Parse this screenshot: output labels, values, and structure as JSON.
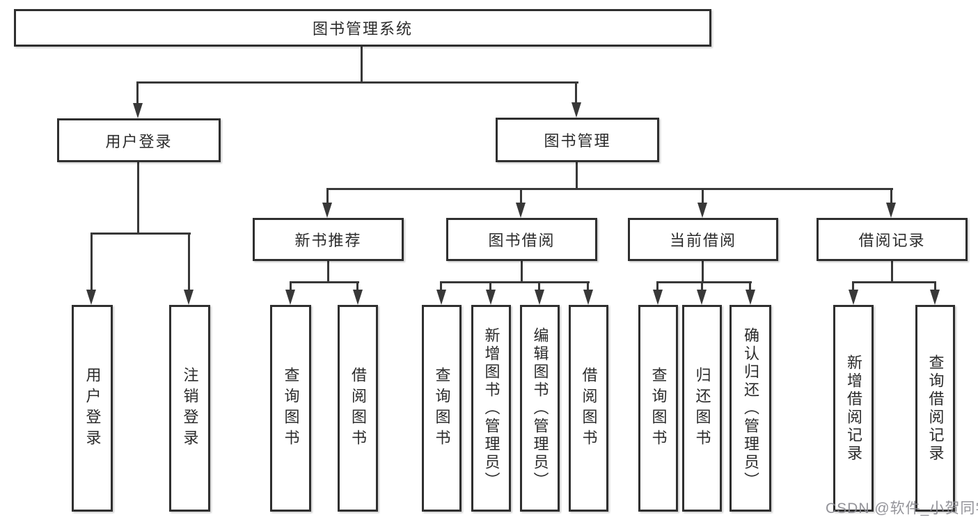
{
  "diagram": {
    "title": "图书管理系统",
    "tree": {
      "label": "图书管理系统",
      "children": [
        {
          "label": "用户登录",
          "children": [
            {
              "label": "用户登录"
            },
            {
              "label": "注销登录"
            }
          ]
        },
        {
          "label": "图书管理",
          "children": [
            {
              "label": "新书推荐",
              "children": [
                {
                  "label": "查询图书"
                },
                {
                  "label": "借阅图书"
                }
              ]
            },
            {
              "label": "图书借阅",
              "children": [
                {
                  "label": "查询图书"
                },
                {
                  "label": "新增图书（管理员）"
                },
                {
                  "label": "编辑图书（管理员）"
                },
                {
                  "label": "借阅图书"
                }
              ]
            },
            {
              "label": "当前借阅",
              "children": [
                {
                  "label": "查询图书"
                },
                {
                  "label": "归还图书"
                },
                {
                  "label": "确认归还（管理员）"
                }
              ]
            },
            {
              "label": "借阅记录",
              "children": [
                {
                  "label": "新增借阅记录"
                },
                {
                  "label": "查询借阅记录"
                }
              ]
            }
          ]
        }
      ]
    },
    "colors": {
      "line": "#383838",
      "box_border": "#2f2f2f",
      "box_fill": "#ffffff",
      "text": "#2b2b2b",
      "watermark": "#8a8a90",
      "background": "#ffffff"
    },
    "watermark": {
      "text": "CSDN @软件_小贺同学"
    }
  }
}
